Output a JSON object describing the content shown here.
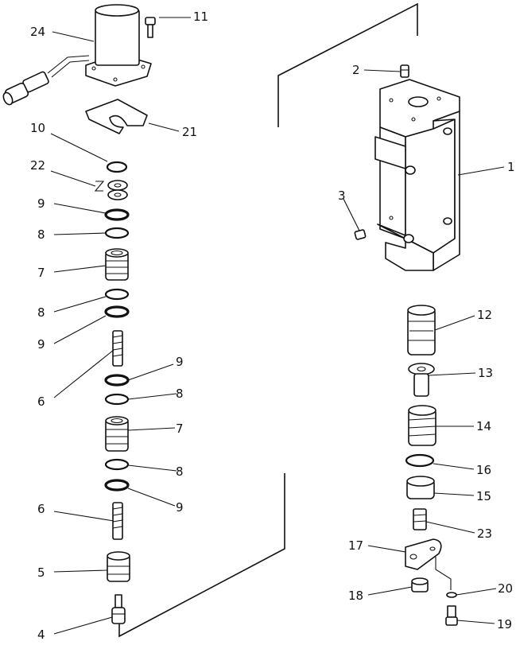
{
  "callouts": [
    {
      "id": "c1",
      "text": "1"
    },
    {
      "id": "c2",
      "text": "2"
    },
    {
      "id": "c3",
      "text": "3"
    },
    {
      "id": "c4",
      "text": "4"
    },
    {
      "id": "c5",
      "text": "5"
    },
    {
      "id": "c6a",
      "text": "6"
    },
    {
      "id": "c6b",
      "text": "6"
    },
    {
      "id": "c7a",
      "text": "7"
    },
    {
      "id": "c7b",
      "text": "7"
    },
    {
      "id": "c8a",
      "text": "8"
    },
    {
      "id": "c8b",
      "text": "8"
    },
    {
      "id": "c8c",
      "text": "8"
    },
    {
      "id": "c8d",
      "text": "8"
    },
    {
      "id": "c9a",
      "text": "9"
    },
    {
      "id": "c9b",
      "text": "9"
    },
    {
      "id": "c9c",
      "text": "9"
    },
    {
      "id": "c9d",
      "text": "9"
    },
    {
      "id": "c10",
      "text": "10"
    },
    {
      "id": "c11",
      "text": "11"
    },
    {
      "id": "c12",
      "text": "12"
    },
    {
      "id": "c13",
      "text": "13"
    },
    {
      "id": "c14",
      "text": "14"
    },
    {
      "id": "c15",
      "text": "15"
    },
    {
      "id": "c16",
      "text": "16"
    },
    {
      "id": "c17",
      "text": "17"
    },
    {
      "id": "c18",
      "text": "18"
    },
    {
      "id": "c19",
      "text": "19"
    },
    {
      "id": "c20",
      "text": "20"
    },
    {
      "id": "c21",
      "text": "21"
    },
    {
      "id": "c22",
      "text": "22"
    },
    {
      "id": "c23",
      "text": "23"
    },
    {
      "id": "c24",
      "text": "24"
    }
  ]
}
